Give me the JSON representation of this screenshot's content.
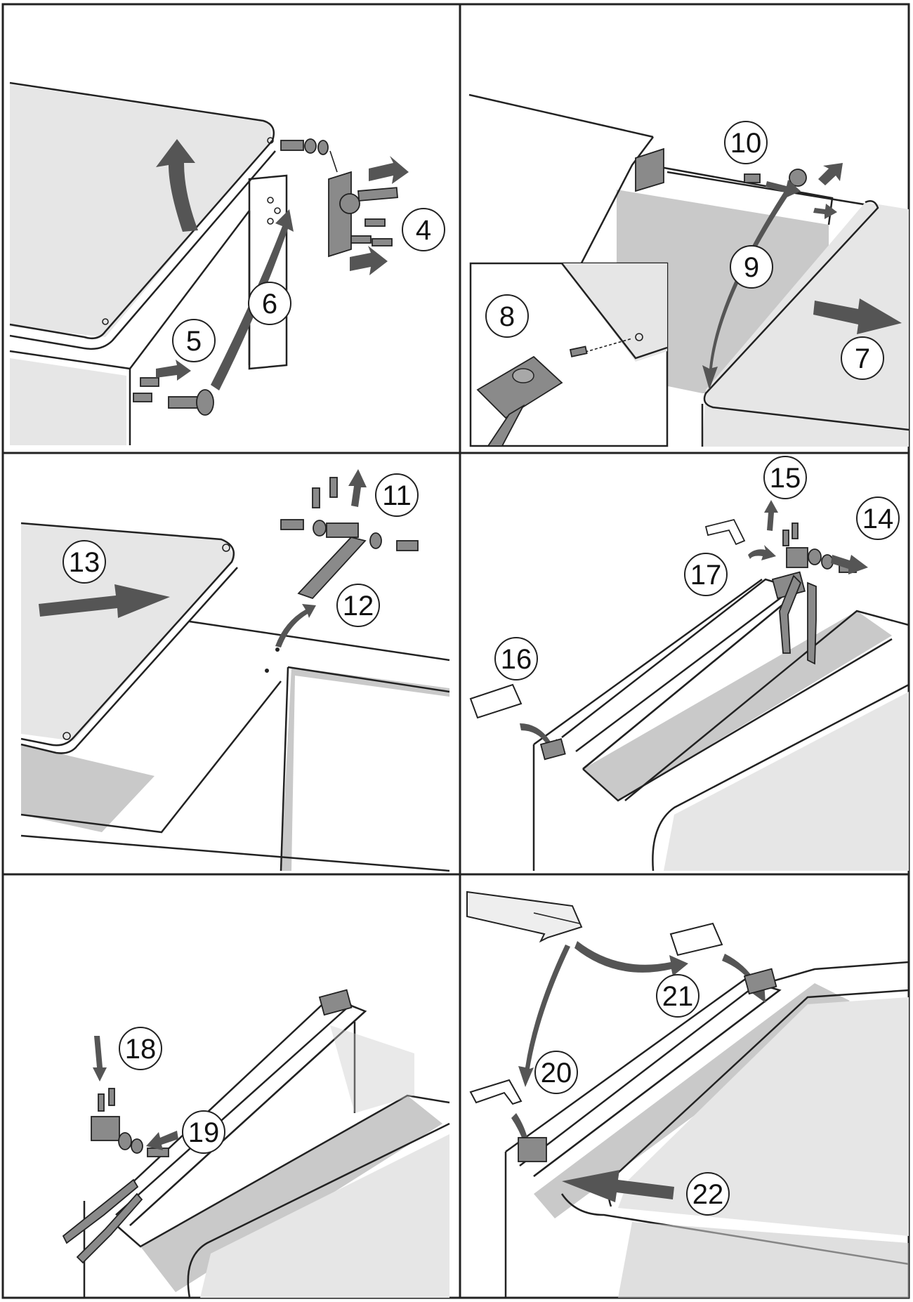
{
  "panels": [
    {
      "id": "panel-1",
      "steps": [
        "4",
        "5",
        "6"
      ]
    },
    {
      "id": "panel-2",
      "steps": [
        "7",
        "8",
        "9",
        "10"
      ]
    },
    {
      "id": "panel-3",
      "steps": [
        "11",
        "12",
        "13"
      ]
    },
    {
      "id": "panel-4",
      "steps": [
        "14",
        "15",
        "16",
        "17"
      ]
    },
    {
      "id": "panel-5",
      "steps": [
        "18",
        "19"
      ]
    },
    {
      "id": "panel-6",
      "steps": [
        "20",
        "21",
        "22"
      ]
    }
  ],
  "step_labels": {
    "s4": "4",
    "s5": "5",
    "s6": "6",
    "s7": "7",
    "s8": "8",
    "s9": "9",
    "s10": "10",
    "s11": "11",
    "s12": "12",
    "s13": "13",
    "s14": "14",
    "s15": "15",
    "s16": "16",
    "s17": "17",
    "s18": "18",
    "s19": "19",
    "s20": "20",
    "s21": "21",
    "s22": "22"
  },
  "colors": {
    "frame": "#222222",
    "surface_shade": "#c9c9c9",
    "arrow": "#555555",
    "part": "#8a8a8a"
  }
}
